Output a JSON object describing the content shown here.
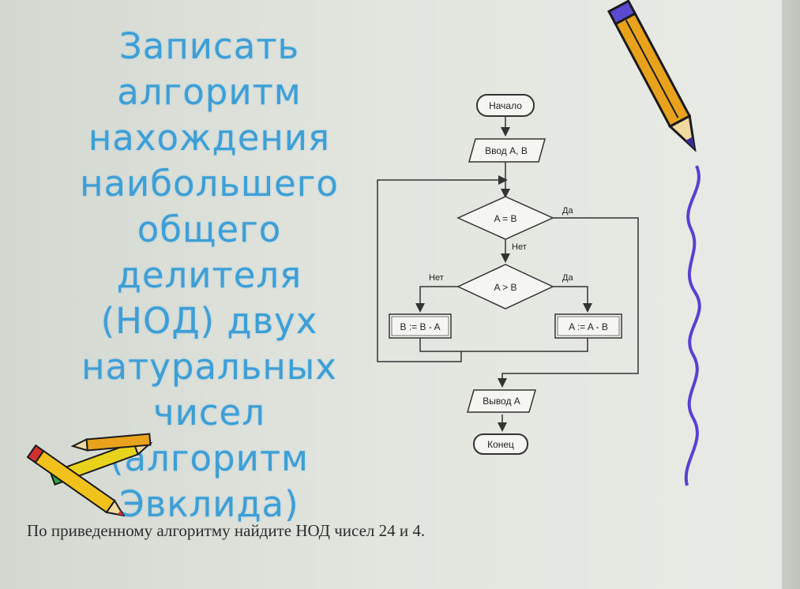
{
  "slide": {
    "title": "Записать\nалгоритм\nнахождения\nнаибольшего\nобщего\nделителя\n(НОД) двух\nнатуральных\nчисел\n(алгоритм\nЭвклида)",
    "question": "По приведенному алгоритму найдите НОД чисел 24 и 4."
  },
  "flowchart": {
    "start": "Начало",
    "input": "Ввод A, B",
    "cond1": "A = B",
    "cond1_yes": "Да",
    "cond1_no": "Нет",
    "cond2": "A > B",
    "cond2_yes": "Да",
    "cond2_no": "Нет",
    "assign_left": "B := B - A",
    "assign_right": "A := A - B",
    "output": "Вывод A",
    "end": "Конец"
  },
  "colors": {
    "title": "#3d9fd6",
    "squiggle": "#5a3fd0",
    "pencil_body": "#e8a21c",
    "pencil_tip": "#3a2a9a"
  }
}
